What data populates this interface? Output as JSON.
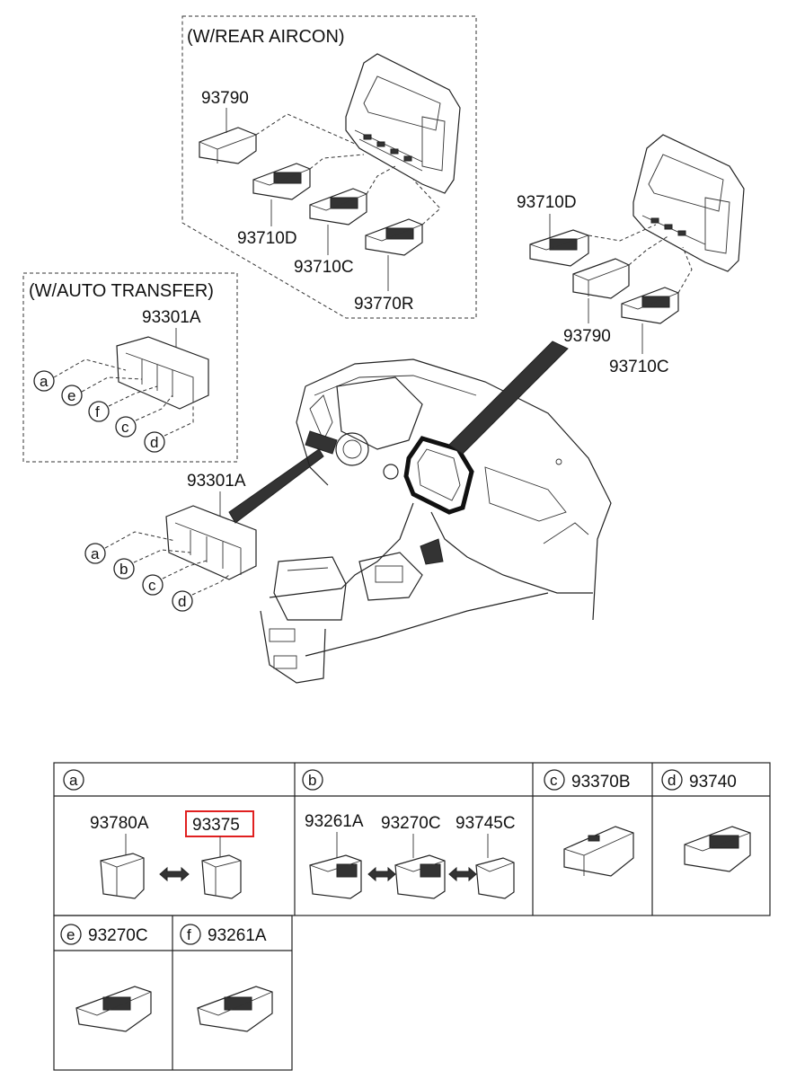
{
  "groups": {
    "rear_aircon": "(W/REAR AIRCON)",
    "auto_transfer": "(W/AUTO TRANSFER)"
  },
  "upper_left": {
    "p1": "93790",
    "p2": "93710D",
    "p3": "93710C",
    "p4": "93770R"
  },
  "upper_right": {
    "p1": "93710D",
    "p2": "93790",
    "p3": "93710C"
  },
  "auto_transfer": {
    "part": "93301A",
    "letters": [
      "a",
      "e",
      "f",
      "c",
      "d"
    ]
  },
  "main_assy": {
    "part": "93301A",
    "letters": [
      "a",
      "b",
      "c",
      "d"
    ]
  },
  "table": {
    "a": {
      "key": "a",
      "parts": [
        "93780A",
        "93375"
      ],
      "highlighted": "93375"
    },
    "b": {
      "key": "b",
      "parts": [
        "93261A",
        "93270C",
        "93745C"
      ]
    },
    "c": {
      "key": "c",
      "part": "93370B"
    },
    "d": {
      "key": "d",
      "part": "93740"
    },
    "e": {
      "key": "e",
      "part": "93270C"
    },
    "f": {
      "key": "f",
      "part": "93261A"
    }
  },
  "colors": {
    "highlight": "#e02020",
    "line": "#222222"
  }
}
